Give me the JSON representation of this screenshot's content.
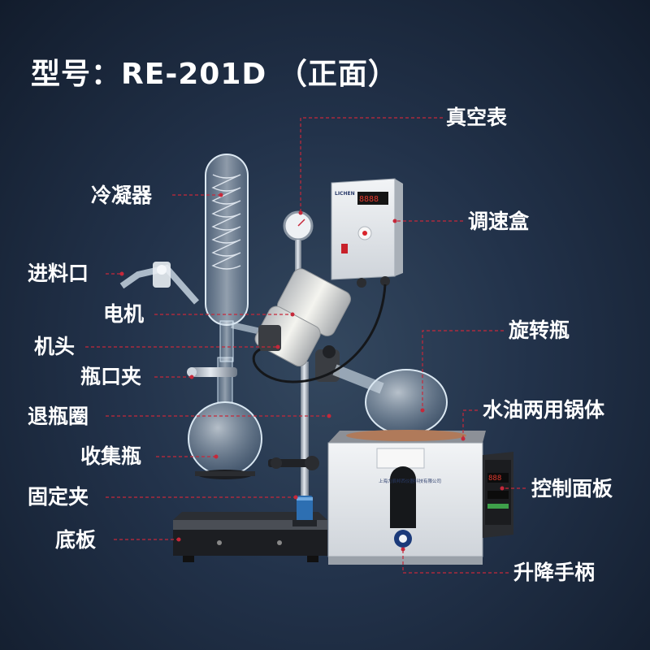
{
  "title": "型号：RE-201D （正面）",
  "labels": {
    "vacuum_gauge": "真空表",
    "condenser": "冷凝器",
    "speed_box": "调速盒",
    "feed_inlet": "进料口",
    "motor": "电机",
    "head": "机头",
    "rotary_flask": "旋转瓶",
    "flask_clip": "瓶口夹",
    "eject_ring": "退瓶圈",
    "bath": "水油两用锅体",
    "receiving_flask": "收集瓶",
    "control_panel": "控制面板",
    "fixed_clamp": "固定夹",
    "base_plate": "底板",
    "lift_handle": "升降手柄"
  },
  "colors": {
    "leader_line": "#c6283a",
    "label_text": "#ffffff"
  },
  "device": {
    "brand": "LICHEN",
    "speed_display": "8888",
    "bath_plate_text": "上海力辰邦西仪器科技有限公司",
    "controller_display": "888"
  }
}
